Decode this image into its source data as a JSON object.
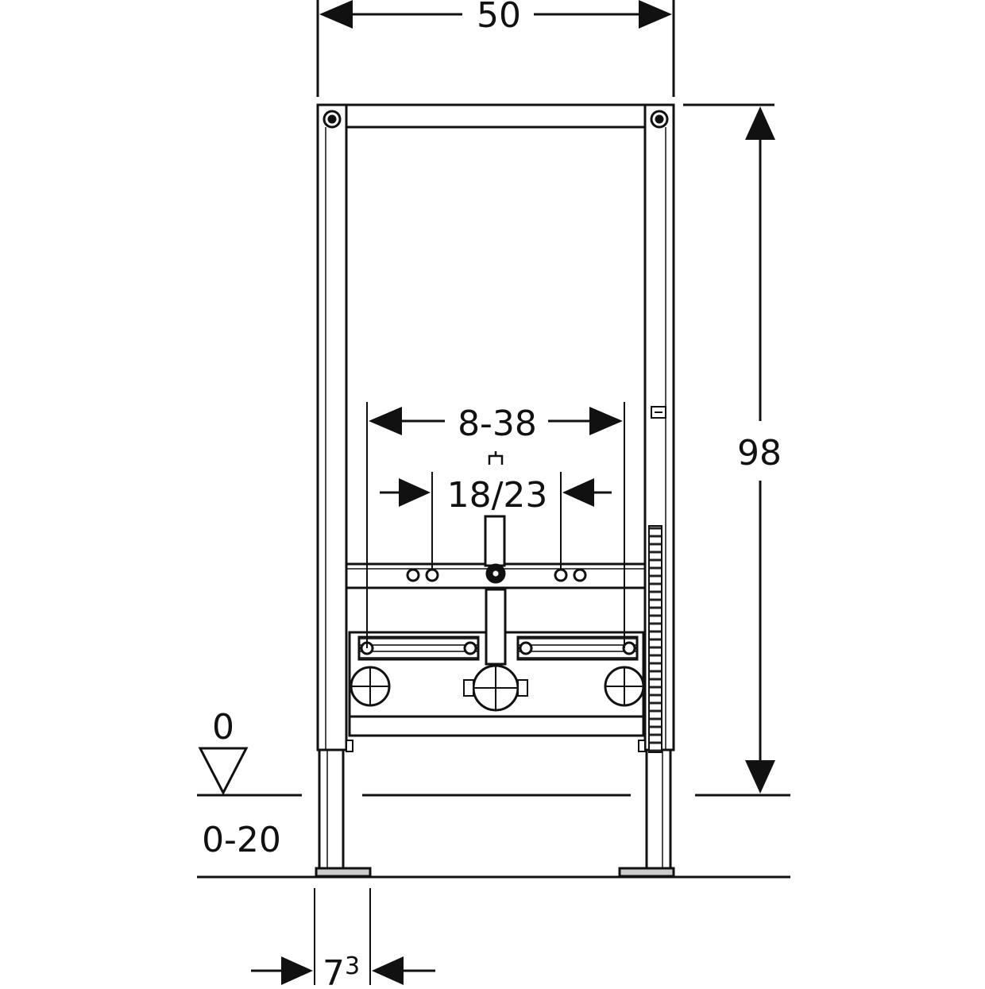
{
  "dimensions": {
    "total_width": "50",
    "total_height": "98",
    "drain_spacing": "8-38",
    "supply_spacing": "18/23",
    "floor_reference": "0",
    "floor_adjustment": "0-20",
    "foot_width_base": "7",
    "foot_width_exp": "3"
  },
  "colors": {
    "line": "#111111",
    "frame_fill": "#ffffff",
    "hatch": "#555555"
  }
}
